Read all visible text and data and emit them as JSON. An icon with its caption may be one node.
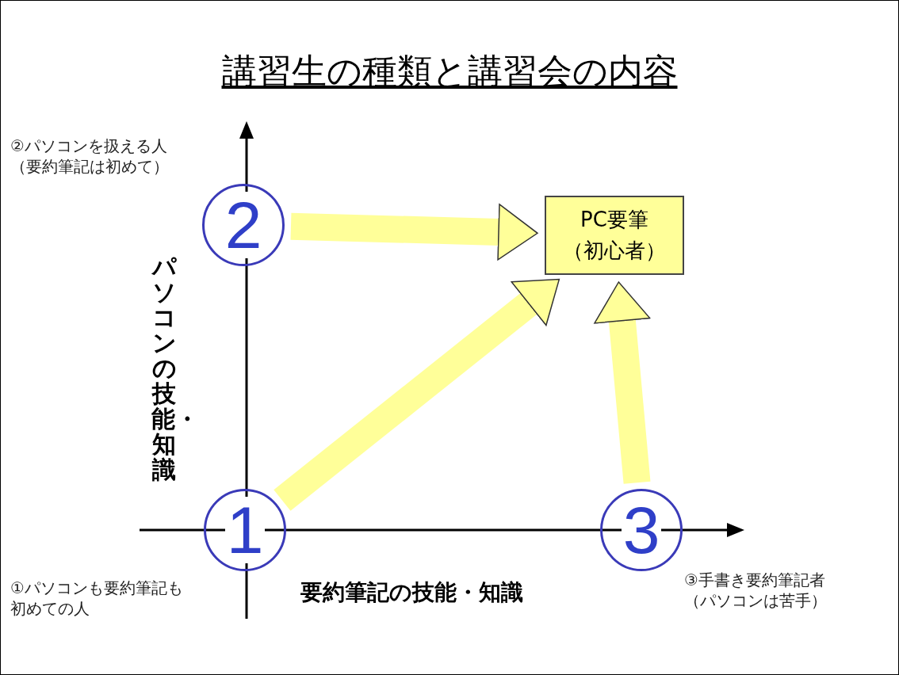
{
  "diagram": {
    "title": "講習生の種類と講習会の内容",
    "nodes": [
      {
        "text": [
          "2"
        ],
        "beside": [
          "②パソコンを扱える人（要約筆記は初めて）"
        ]
      },
      {
        "text": [
          "PC要筆（初心者）"
        ]
      },
      {
        "text": [
          "1"
        ],
        "beside": [
          "①パソコンも要約筆記も初めての人"
        ]
      },
      {
        "text": [
          "3"
        ],
        "beside": [
          "③手書き要約筆記者（パソコンは苦手）"
        ]
      }
    ],
    "edges": [
      {
        "from": 0,
        "to": 1,
        "arrow": "to"
      },
      {
        "from": 2,
        "to": 1,
        "arrow": "to"
      },
      {
        "from": 3,
        "to": 1,
        "arrow": "to"
      }
    ],
    "labels": [
      "パソコンの技能・知識",
      "要約筆記の技能・知識"
    ]
  }
}
